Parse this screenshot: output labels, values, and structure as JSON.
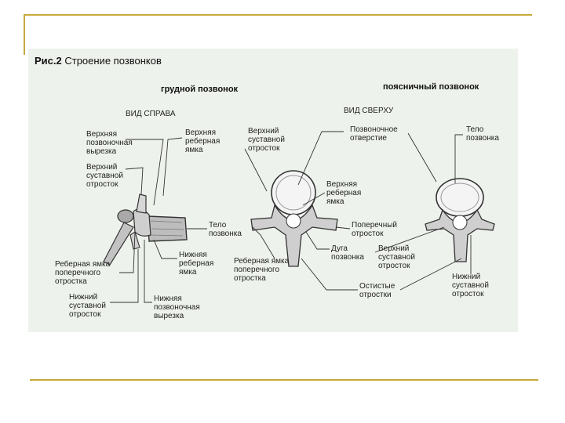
{
  "figure": {
    "title_prefix": "Рис.2",
    "title_text": " Строение позвонков"
  },
  "headings": {
    "thoracic": "грудной позвонок",
    "lumbar": "поясничный позвонок",
    "view_right": "ВИД СПРАВА",
    "view_top": "ВИД СВЕРХУ"
  },
  "labels": {
    "upper_vertebral_notch": "Верхняя\nпозвоночная\nвырезка",
    "upper_costal_fovea": "Верхняя\nреберная\nямка",
    "upper_articular_process_1": "Верхний\nсуставной\nотросток",
    "upper_articular_process_2": "Верхний\nсуставной\nотросток",
    "upper_articular_process_3": "Верхний\nсуставной\nотросток",
    "vertebral_body_1": "Тело\nпозвонка",
    "vertebral_body_2": "Тело\nпозвонка",
    "lower_costal_fovea": "Нижняя\nреберная\nямка",
    "costal_fovea_transverse_1": "Реберная ямка\nпоперечного\nотростка",
    "costal_fovea_transverse_2": "Реберная ямка\nпоперечного\nотростка",
    "lower_articular_process_1": "Нижний\nсуставной\nотросток",
    "lower_articular_process_2": "Нижний\nсуставной\nотросток",
    "lower_vertebral_notch": "Нижняя\nпозвоночная\nвырезка",
    "vertebral_foramen": "Позвоночное\nотверстие",
    "upper_costal_fovea_2": "Верхняя\nреберная\nямка",
    "transverse_process": "Поперечный\nотросток",
    "arch": "Дуга\nпозвонка",
    "spinous_processes": "Остистые\nотростки"
  },
  "colors": {
    "frame": "#c8a93a",
    "panel": "#eef2ec",
    "bone_fill": "#d9d9d9",
    "bone_dark": "#555555",
    "line": "#333333"
  }
}
